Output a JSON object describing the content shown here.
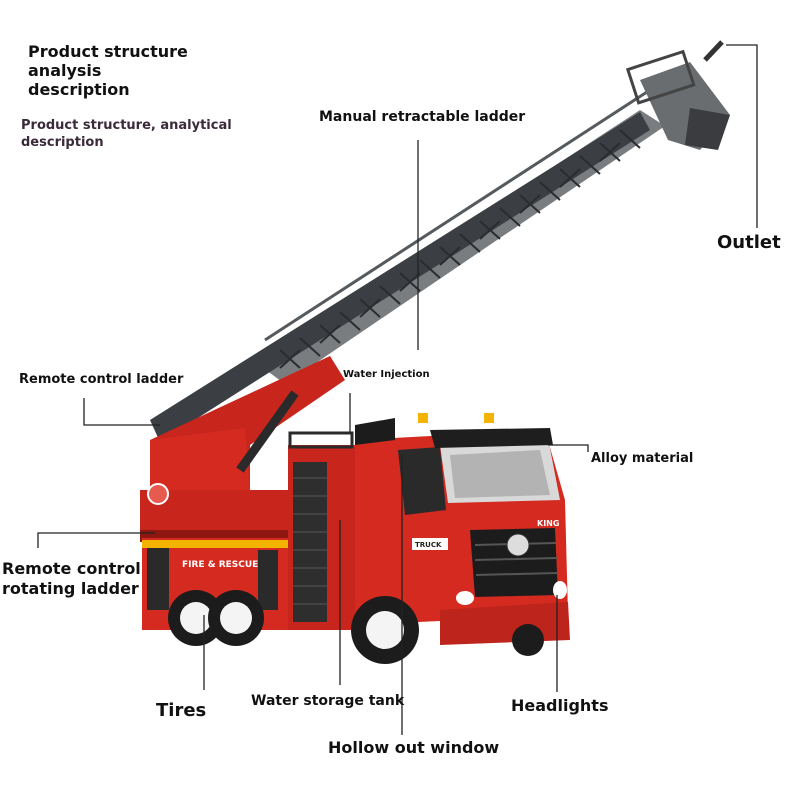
{
  "header": {
    "title": "Product structure analysis description",
    "subtitle": "Product structure, analytical description"
  },
  "labels": {
    "ladder": "Manual retractable ladder",
    "outlet": "Outlet",
    "remote_ladder": "Remote control ladder",
    "water_injection": "Water Injection",
    "alloy": "Alloy material",
    "rotating": "Remote control rotating ladder",
    "tires": "Tires",
    "tank": "Water storage tank",
    "headlights": "Headlights",
    "window": "Hollow out window"
  },
  "truck_markings": {
    "side_text": "FIRE & RESCUE",
    "brand": "KING",
    "badge": "TRUCK"
  },
  "colors": {
    "body_red": "#d42a20",
    "dark_red": "#a41a14",
    "ladder_gray": "#55585c",
    "cab_black": "#1c1c1c",
    "light_amber": "#f2b400"
  }
}
